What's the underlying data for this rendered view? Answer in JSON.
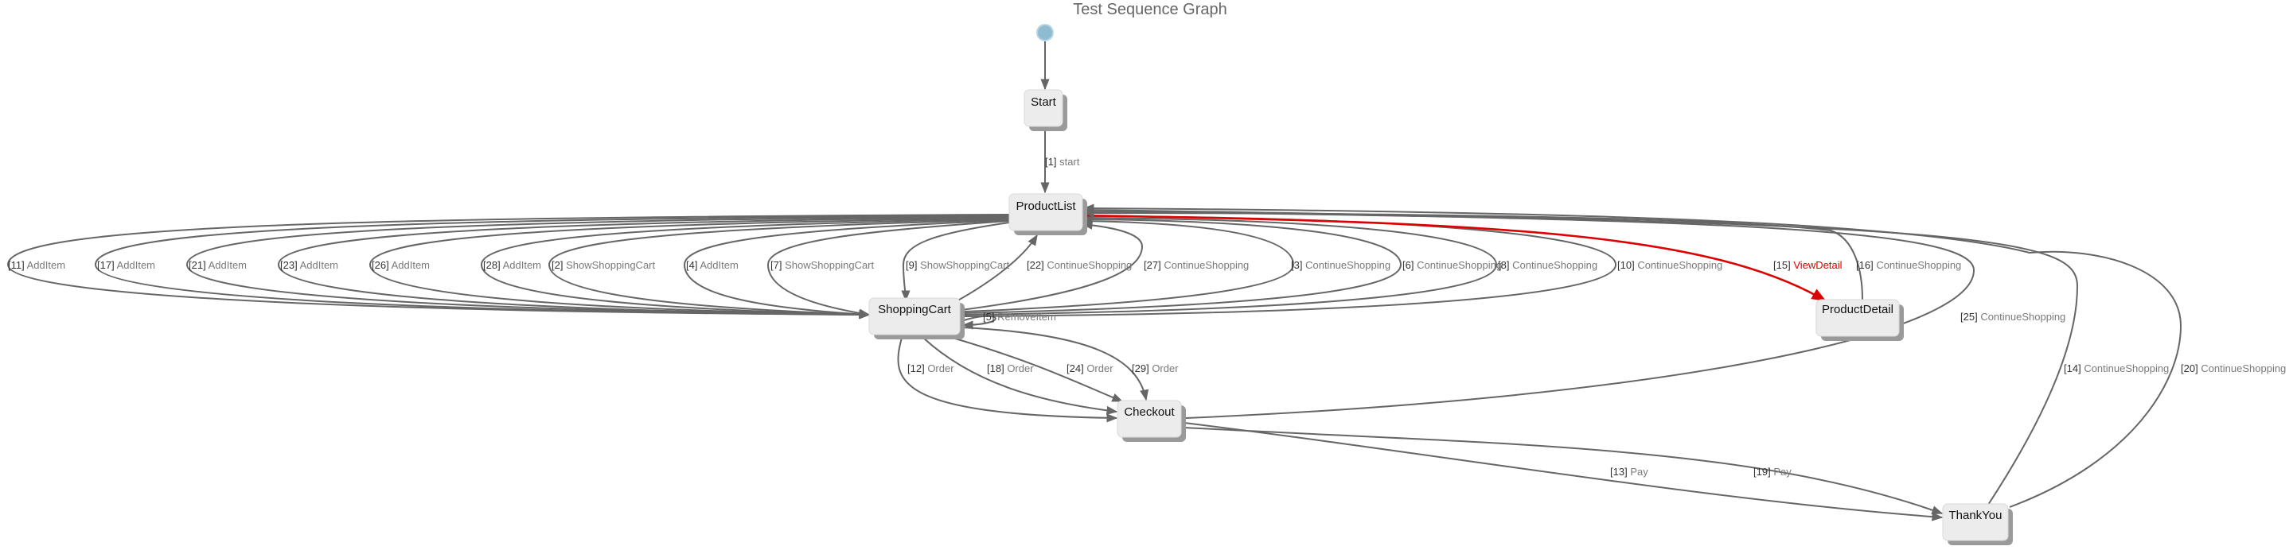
{
  "title": "Test Sequence Graph",
  "colors": {
    "edge": "#666666",
    "highlight": "#dd0000",
    "initial": "#8fbcd0"
  },
  "nodes": {
    "start": "Start",
    "productlist": "ProductList",
    "shoppingcart": "ShoppingCart",
    "productdetail": "ProductDetail",
    "checkout": "Checkout",
    "thankyou": "ThankYou"
  },
  "edges": [
    {
      "id": "e1",
      "num": "[1]",
      "action": "start",
      "highlight": false
    },
    {
      "id": "e11",
      "num": "[11]",
      "action": "AddItem",
      "highlight": false
    },
    {
      "id": "e17",
      "num": "[17]",
      "action": "AddItem",
      "highlight": false
    },
    {
      "id": "e21",
      "num": "[21]",
      "action": "AddItem",
      "highlight": false
    },
    {
      "id": "e23",
      "num": "[23]",
      "action": "AddItem",
      "highlight": false
    },
    {
      "id": "e26",
      "num": "[26]",
      "action": "AddItem",
      "highlight": false
    },
    {
      "id": "e28",
      "num": "[28]",
      "action": "AddItem",
      "highlight": false
    },
    {
      "id": "e2",
      "num": "[2]",
      "action": "ShowShoppingCart",
      "highlight": false
    },
    {
      "id": "e4",
      "num": "[4]",
      "action": "AddItem",
      "highlight": false
    },
    {
      "id": "e7",
      "num": "[7]",
      "action": "ShowShoppingCart",
      "highlight": false
    },
    {
      "id": "e9",
      "num": "[9]",
      "action": "ShowShoppingCart",
      "highlight": false
    },
    {
      "id": "e22",
      "num": "[22]",
      "action": "ContinueShopping",
      "highlight": false
    },
    {
      "id": "e27",
      "num": "[27]",
      "action": "ContinueShopping",
      "highlight": false
    },
    {
      "id": "e3",
      "num": "[3]",
      "action": "ContinueShopping",
      "highlight": false
    },
    {
      "id": "e6",
      "num": "[6]",
      "action": "ContinueShopping",
      "highlight": false
    },
    {
      "id": "e8",
      "num": "[8]",
      "action": "ContinueShopping",
      "highlight": false
    },
    {
      "id": "e10",
      "num": "[10]",
      "action": "ContinueShopping",
      "highlight": false
    },
    {
      "id": "e15",
      "num": "[15]",
      "action": "ViewDetail",
      "highlight": true
    },
    {
      "id": "e16",
      "num": "[16]",
      "action": "ContinueShopping",
      "highlight": false
    },
    {
      "id": "e25",
      "num": "[25]",
      "action": "ContinueShopping",
      "highlight": false
    },
    {
      "id": "e14",
      "num": "[14]",
      "action": "ContinueShopping",
      "highlight": false
    },
    {
      "id": "e20",
      "num": "[20]",
      "action": "ContinueShopping",
      "highlight": false
    },
    {
      "id": "e5",
      "num": "[5]",
      "action": "RemoveItem",
      "highlight": false
    },
    {
      "id": "e12",
      "num": "[12]",
      "action": "Order",
      "highlight": false
    },
    {
      "id": "e18",
      "num": "[18]",
      "action": "Order",
      "highlight": false
    },
    {
      "id": "e24",
      "num": "[24]",
      "action": "Order",
      "highlight": false
    },
    {
      "id": "e29",
      "num": "[29]",
      "action": "Order",
      "highlight": false
    },
    {
      "id": "e13",
      "num": "[13]",
      "action": "Pay",
      "highlight": false
    },
    {
      "id": "e19",
      "num": "[19]",
      "action": "Pay",
      "highlight": false
    }
  ]
}
